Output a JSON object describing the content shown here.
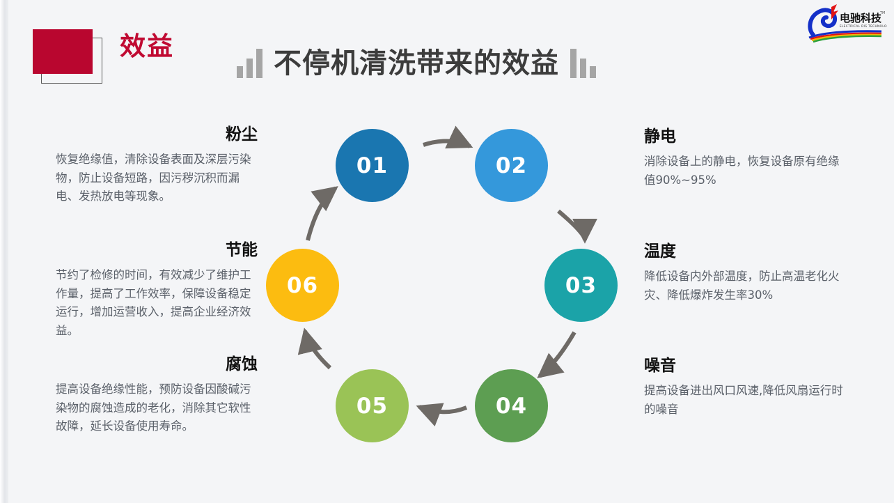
{
  "header": {
    "badge_label": "效益",
    "title": "不停机清洗带来的效益",
    "badge_color": "#b9062f",
    "badge_text_color": "#c00a32",
    "title_color": "#3c3c3c",
    "decor_left_icon": "ascending-bars-icon",
    "decor_right_icon": "descending-bars-icon"
  },
  "logo": {
    "brand_cn": "电驰科技",
    "brand_en": "ELECTRICAL DIS TECHNOLOGY",
    "trademark": "TM"
  },
  "cycle": {
    "nodes": [
      {
        "number": "01",
        "color": "#1a76b0"
      },
      {
        "number": "02",
        "color": "#3498db"
      },
      {
        "number": "03",
        "color": "#1ba3a8"
      },
      {
        "number": "04",
        "color": "#5d9e52"
      },
      {
        "number": "05",
        "color": "#9ac356"
      },
      {
        "number": "06",
        "color": "#fcbc10"
      }
    ],
    "arrow_color": "#6e6a66"
  },
  "blocks": {
    "left": [
      {
        "head": "粉尘",
        "body": "恢复绝缘值，清除设备表面及深层污染物，防止设备短路，因污秽沉积而漏电、发热放电等现象。"
      },
      {
        "head": "节能",
        "body": "节约了检修的时间，有效减少了维护工作量，提高了工作效率，保障设备稳定运行，增加运营收入，提高企业经济效益。"
      },
      {
        "head": "腐蚀",
        "body": "提高设备绝缘性能，预防设备因酸碱污染物的腐蚀造成的老化，消除其它软性故障，延长设备使用寿命。"
      }
    ],
    "right": [
      {
        "head": "静电",
        "body": "消除设备上的静电，恢复设备原有绝缘值90%~95%"
      },
      {
        "head": "温度",
        "body": "降低设备内外部温度，防止高温老化火灾、降低爆炸发生率30%"
      },
      {
        "head": "噪音",
        "body": "提高设备进出风口风速,降低风扇运行时的噪音"
      }
    ]
  },
  "background_color": "#f4f5f7"
}
